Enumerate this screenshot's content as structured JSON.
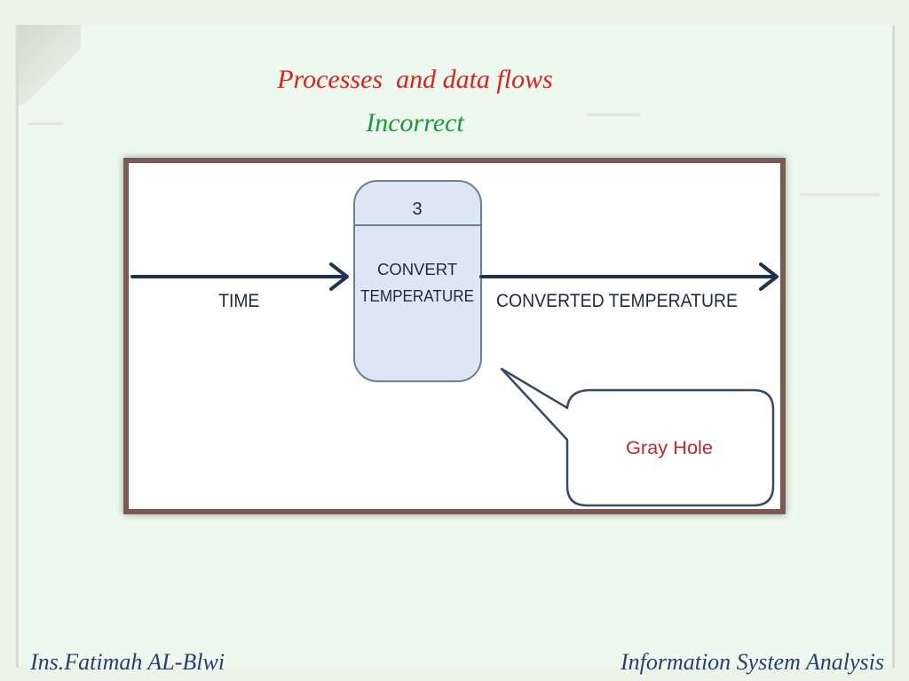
{
  "slide": {
    "title": "Processes  and data flows",
    "subtitle": "Incorrect"
  },
  "diagram": {
    "process": {
      "id": "3",
      "label_line1": "CONVERT",
      "label_line2": "TEMPERATURE"
    },
    "input_flow": "TIME",
    "output_flow": "CONVERTED TEMPERATURE",
    "callout": "Gray Hole",
    "colors": {
      "arrow": "#1e3352",
      "process_fill": "#dde6f2",
      "process_border": "#6a7f99",
      "callout_text": "#c0282a"
    }
  },
  "footer": {
    "left": "Ins.Fatimah AL-Blwi",
    "right": "Information System Analysis"
  }
}
